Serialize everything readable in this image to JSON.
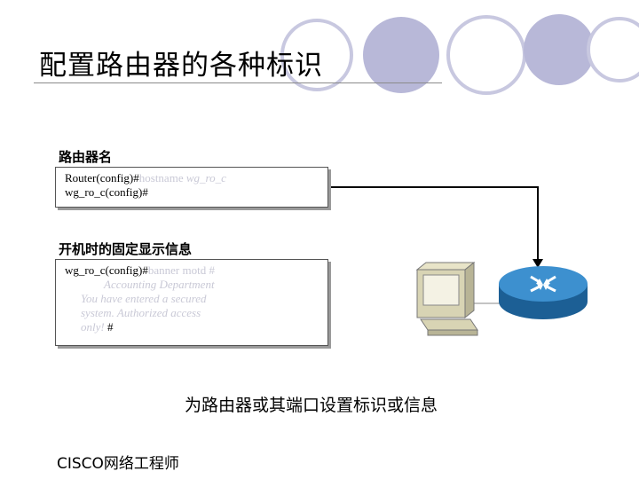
{
  "title": "配置路由器的各种标识",
  "hostname_section": {
    "label": "路由器名",
    "line1_prompt": "Router(config)#",
    "line1_cmd": "hostname",
    "line1_arg": " wg_ro_c",
    "line2": "wg_ro_c(config)#"
  },
  "banner_section": {
    "label": "开机时的固定显示信息",
    "line1_prompt": "wg_ro_c(config)#",
    "line1_cmd": "banner motd #",
    "line2": "Accounting Department",
    "line3": "You have entered a secured",
    "line4": "system. Authorized access",
    "line5": "only!",
    "line5_end": " #"
  },
  "caption": "为路由器或其端口设置标识或信息",
  "footer": "CISCO网络工程师",
  "colors": {
    "circle_stroke": "#c8c8e0",
    "circle_fill": "#b4b4d6",
    "router_blue": "#2a7fc0",
    "command_gray": "#c9c9d6"
  },
  "icons": [
    "router-icon",
    "workstation-icon"
  ]
}
